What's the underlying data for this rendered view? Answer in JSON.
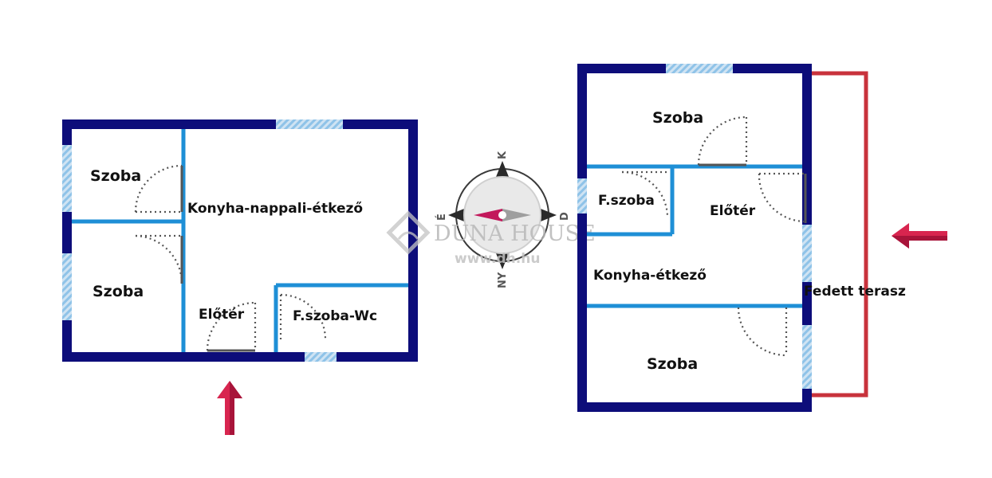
{
  "colors": {
    "wall": "#0d0d7a",
    "inner_wall": "#1e8fd6",
    "window": "#8fc3e8",
    "door": "#555555",
    "terrace": "#c8323c",
    "arrow": "#d8254f"
  },
  "plan_left": {
    "rooms": {
      "szoba_top": "Szoba",
      "szoba_bottom": "Szoba",
      "konyha": "Konyha-nappali-étkező",
      "eloter": "Előtér",
      "fszoba": "F.szoba-Wc"
    }
  },
  "plan_right": {
    "rooms": {
      "szoba_top": "Szoba",
      "fszoba": "F.szoba",
      "eloter": "Előtér",
      "konyha": "Konyha-étkező",
      "szoba_bottom": "Szoba",
      "terasz": "Fedett terasz"
    }
  },
  "compass": {
    "north": "K",
    "east": "D",
    "south": "NY",
    "west": "É"
  },
  "watermark": {
    "brand": "DUNA HOUSE",
    "url": "www.dh.hu"
  },
  "icons": [
    "entrance-arrow-icon",
    "compass-icon",
    "duna-house-logo-icon"
  ]
}
